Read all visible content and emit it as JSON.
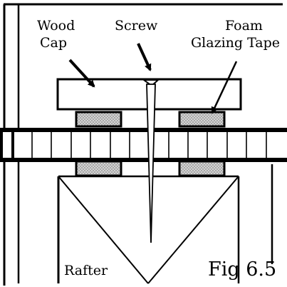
{
  "labels": {
    "wood_cap_line1": "Wood",
    "wood_cap_line2": "Cap",
    "screw": "Screw",
    "foam_line1": "Foam",
    "foam_line2": "Glazing Tape",
    "rafter": "Rafter",
    "figure": "Fig 6.5"
  },
  "colors": {
    "ink": "#000000",
    "background": "#ffffff",
    "foam_fill": "#c8c8c8"
  }
}
